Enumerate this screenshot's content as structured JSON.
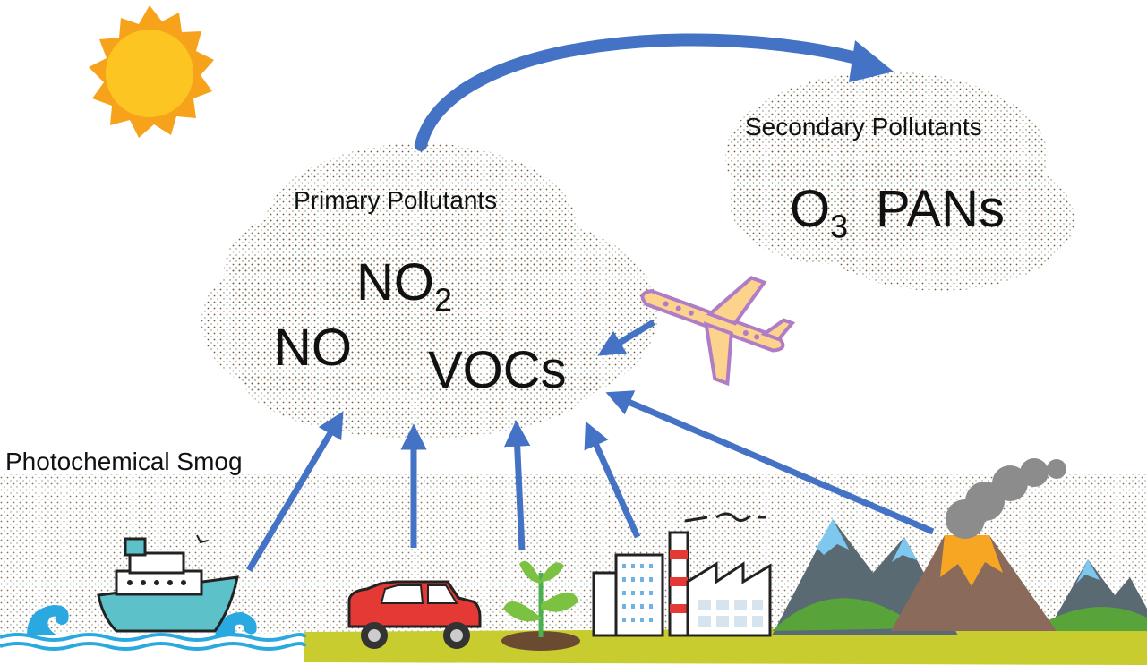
{
  "title": "Photochemical Smog",
  "primary": {
    "heading": "Primary Pollutants",
    "no2_base": "NO",
    "no2_sub": "2",
    "no": "NO",
    "vocs": "VOCs"
  },
  "secondary": {
    "heading": "Secondary Pollutants",
    "o3_base": "O",
    "o3_sub": "3",
    "pans": "PANs"
  },
  "sources": [
    "ship",
    "car",
    "plant",
    "buildings",
    "factory",
    "airplane",
    "volcano"
  ],
  "icons": [
    "sun-icon",
    "ship-icon",
    "car-icon",
    "plant-icon",
    "office-building-icon",
    "factory-icon",
    "airplane-icon",
    "volcano-icon",
    "mountains-icon",
    "waves-icon"
  ],
  "colors": {
    "arrow": "#4472C4",
    "smog_dots": "#8B6A4A",
    "sun": "#F7A21B",
    "ground": "#C9CC2E",
    "water": "#29A9E0"
  }
}
